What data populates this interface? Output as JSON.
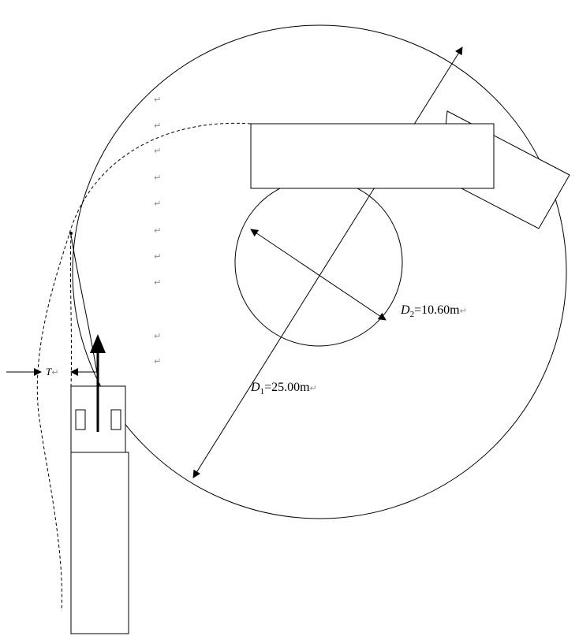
{
  "labels": {
    "d1_symbol": "D",
    "d1_sub": "1",
    "d1_value": "=25.00m",
    "d2_symbol": "D",
    "d2_sub": "2",
    "d2_value": "=10.60m",
    "t_symbol": "T"
  },
  "paragraph_mark": "↵",
  "colors": {
    "stroke": "#000000",
    "mark": "#8a8a8a",
    "background": "#ffffff"
  }
}
